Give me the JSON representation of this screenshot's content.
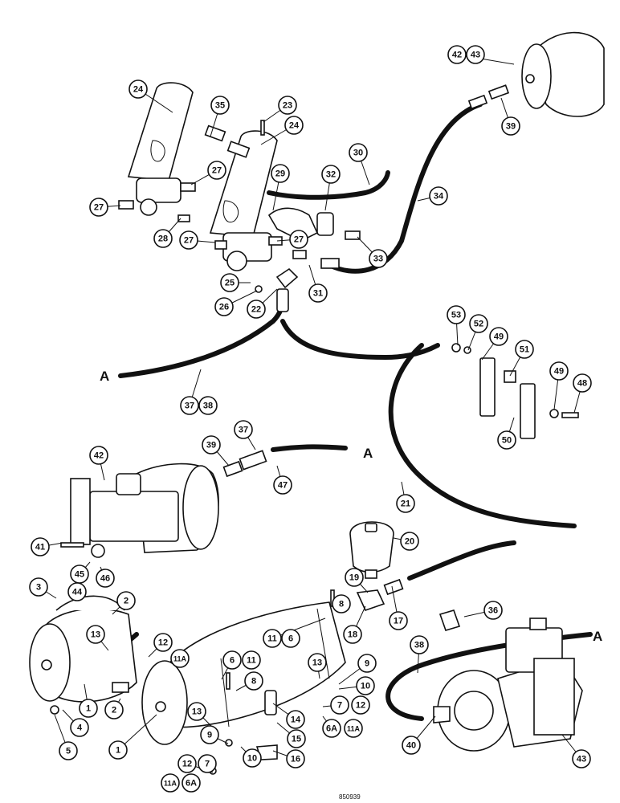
{
  "figure_number": "850939",
  "connection_marker": "A",
  "callouts": [
    {
      "id": "c42a",
      "label": "42"
    },
    {
      "id": "c43a",
      "label": "43"
    },
    {
      "id": "c39a",
      "label": "39"
    },
    {
      "id": "c24a",
      "label": "24"
    },
    {
      "id": "c35",
      "label": "35"
    },
    {
      "id": "c23",
      "label": "23"
    },
    {
      "id": "c24b",
      "label": "24"
    },
    {
      "id": "c30",
      "label": "30"
    },
    {
      "id": "c29",
      "label": "29"
    },
    {
      "id": "c32",
      "label": "32"
    },
    {
      "id": "c34",
      "label": "34"
    },
    {
      "id": "c27a",
      "label": "27"
    },
    {
      "id": "c27b",
      "label": "27"
    },
    {
      "id": "c28",
      "label": "28"
    },
    {
      "id": "c27c",
      "label": "27"
    },
    {
      "id": "c27d",
      "label": "27"
    },
    {
      "id": "c33",
      "label": "33"
    },
    {
      "id": "c25",
      "label": "25"
    },
    {
      "id": "c26",
      "label": "26"
    },
    {
      "id": "c22",
      "label": "22"
    },
    {
      "id": "c31",
      "label": "31"
    },
    {
      "id": "c53",
      "label": "53"
    },
    {
      "id": "c52",
      "label": "52"
    },
    {
      "id": "c49a",
      "label": "49"
    },
    {
      "id": "c51",
      "label": "51"
    },
    {
      "id": "c49b",
      "label": "49"
    },
    {
      "id": "c48",
      "label": "48"
    },
    {
      "id": "c37a",
      "label": "37"
    },
    {
      "id": "c38a",
      "label": "38"
    },
    {
      "id": "c50",
      "label": "50"
    },
    {
      "id": "c37b",
      "label": "37"
    },
    {
      "id": "c39b",
      "label": "39"
    },
    {
      "id": "c42b",
      "label": "42"
    },
    {
      "id": "c47",
      "label": "47"
    },
    {
      "id": "c21",
      "label": "21"
    },
    {
      "id": "c41",
      "label": "41"
    },
    {
      "id": "c20",
      "label": "20"
    },
    {
      "id": "c45",
      "label": "45"
    },
    {
      "id": "c44",
      "label": "44"
    },
    {
      "id": "c46",
      "label": "46"
    },
    {
      "id": "c3",
      "label": "3"
    },
    {
      "id": "c2a",
      "label": "2"
    },
    {
      "id": "c19",
      "label": "19"
    },
    {
      "id": "c8a",
      "label": "8"
    },
    {
      "id": "c11a",
      "label": "11"
    },
    {
      "id": "c6a",
      "label": "6"
    },
    {
      "id": "c36",
      "label": "36"
    },
    {
      "id": "c17",
      "label": "17"
    },
    {
      "id": "c18",
      "label": "18"
    },
    {
      "id": "c13a",
      "label": "13"
    },
    {
      "id": "c12a",
      "label": "12"
    },
    {
      "id": "c11Aa",
      "label": "11A"
    },
    {
      "id": "c38b",
      "label": "38"
    },
    {
      "id": "c6b",
      "label": "6"
    },
    {
      "id": "c11b",
      "label": "11"
    },
    {
      "id": "c13b",
      "label": "13"
    },
    {
      "id": "c9a",
      "label": "9"
    },
    {
      "id": "c10a",
      "label": "10"
    },
    {
      "id": "c8b",
      "label": "8"
    },
    {
      "id": "c1a",
      "label": "1"
    },
    {
      "id": "c2b",
      "label": "2"
    },
    {
      "id": "c4",
      "label": "4"
    },
    {
      "id": "c5",
      "label": "5"
    },
    {
      "id": "c7a",
      "label": "7"
    },
    {
      "id": "c12b",
      "label": "12"
    },
    {
      "id": "c6Aa",
      "label": "6A"
    },
    {
      "id": "c11Ab",
      "label": "11A"
    },
    {
      "id": "c13c",
      "label": "13"
    },
    {
      "id": "c14",
      "label": "14"
    },
    {
      "id": "c15",
      "label": "15"
    },
    {
      "id": "c16",
      "label": "16"
    },
    {
      "id": "c9b",
      "label": "9"
    },
    {
      "id": "c10b",
      "label": "10"
    },
    {
      "id": "c1b",
      "label": "1"
    },
    {
      "id": "c12c",
      "label": "12"
    },
    {
      "id": "c7b",
      "label": "7"
    },
    {
      "id": "c11Ac",
      "label": "11A"
    },
    {
      "id": "c6Ab",
      "label": "6A"
    },
    {
      "id": "c40",
      "label": "40"
    },
    {
      "id": "c43b",
      "label": "43"
    }
  ]
}
